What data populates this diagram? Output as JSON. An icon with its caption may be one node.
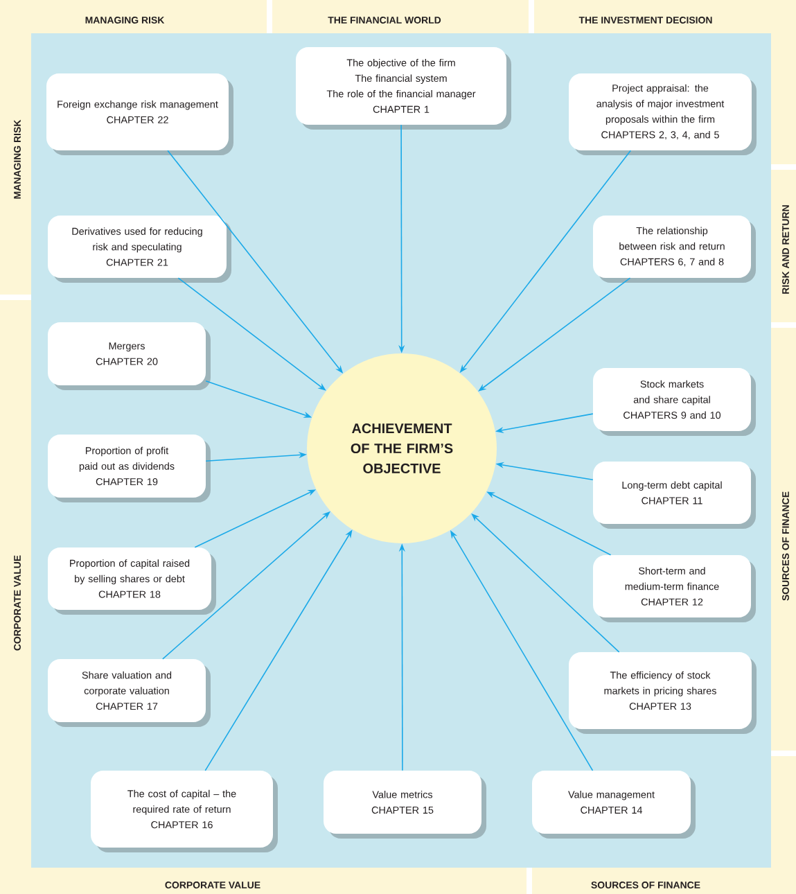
{
  "diagram": {
    "nodes": [
      {
        "text": [
          "Foreign exchange risk management",
          "CHAPTER 22"
        ]
      },
      {
        "text": [
          "The objective of the firm",
          "The financial system",
          "The role of the financial manager",
          "CHAPTER 1"
        ]
      },
      {
        "text": [
          "Project appraisal: the analysis of major investment proposals within the firm",
          "CHAPTERS 2, 3, 4, and 5"
        ]
      },
      {
        "text": [
          "Derivatives used for reducing risk and speculating",
          "CHAPTER 21"
        ]
      },
      {
        "text": [
          "The relationship between risk and return",
          "CHAPTERS 6, 7 and 8"
        ]
      },
      {
        "text": [
          "Mergers",
          "CHAPTER 20"
        ]
      },
      {
        "text": [
          "Stock markets and share capital",
          "CHAPTERS 9 and 10"
        ]
      },
      {
        "text": [
          "ACHIEVEMENT OF THE FIRM’S OBJECTIVE"
        ]
      },
      {
        "text": [
          "Proportion of profit paid out as dividends",
          "CHAPTER 19"
        ]
      },
      {
        "text": [
          "Long-term debt capital",
          "CHAPTER 11"
        ]
      },
      {
        "text": [
          "Proportion of capital raised by selling shares or debt",
          "CHAPTER 18"
        ]
      },
      {
        "text": [
          "Short-term and medium-term finance",
          "CHAPTER 12"
        ]
      },
      {
        "text": [
          "Share valuation and corporate valuation",
          "CHAPTER 17"
        ]
      },
      {
        "text": [
          "The efficiency of stock markets in pricing shares",
          "CHAPTER 13"
        ]
      },
      {
        "text": [
          "The cost of capital – the required rate of return",
          "CHAPTER 16"
        ]
      },
      {
        "text": [
          "Value metrics",
          "CHAPTER 15"
        ]
      },
      {
        "text": [
          "Value management",
          "CHAPTER 14"
        ]
      }
    ],
    "edges": [
      {
        "from": 0,
        "to": 7,
        "arrow": "to"
      },
      {
        "from": 1,
        "to": 7,
        "arrow": "to"
      },
      {
        "from": 2,
        "to": 7,
        "arrow": "to"
      },
      {
        "from": 3,
        "to": 7,
        "arrow": "to"
      },
      {
        "from": 4,
        "to": 7,
        "arrow": "to"
      },
      {
        "from": 5,
        "to": 7,
        "arrow": "to"
      },
      {
        "from": 6,
        "to": 7,
        "arrow": "to"
      },
      {
        "from": 8,
        "to": 7,
        "arrow": "to"
      },
      {
        "from": 9,
        "to": 7,
        "arrow": "to"
      },
      {
        "from": 10,
        "to": 7,
        "arrow": "to"
      },
      {
        "from": 11,
        "to": 7,
        "arrow": "to"
      },
      {
        "from": 12,
        "to": 7,
        "arrow": "to"
      },
      {
        "from": 13,
        "to": 7,
        "arrow": "to"
      },
      {
        "from": 14,
        "to": 7,
        "arrow": "to"
      },
      {
        "from": 15,
        "to": 7,
        "arrow": "to"
      },
      {
        "from": 16,
        "to": 7,
        "arrow": "to"
      }
    ],
    "labels": [
      "MANAGING RISK",
      "THE FINANCIAL WORLD",
      "THE INVESTMENT DECISION",
      "MANAGING RISK",
      "RISK AND RETURN",
      "CORPORATE VALUE",
      "SOURCES OF FINANCE",
      "CORPORATE VALUE",
      "SOURCES OF FINANCE"
    ]
  }
}
